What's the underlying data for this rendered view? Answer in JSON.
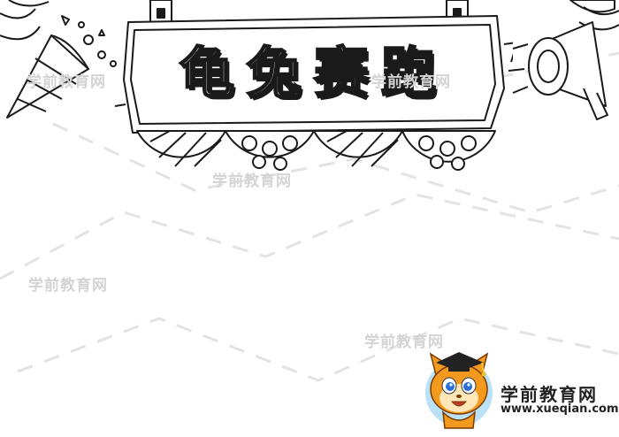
{
  "title": "龟兔赛跑",
  "watermark": "学前教育网",
  "brand": {
    "name": "学前教育网",
    "url": "www.xueqian.com"
  },
  "colors": {
    "line": "#1a1a1a",
    "watermark": "#d4d4d4",
    "dash": "#e3e3e3",
    "mascot_fur": "#f39a1e",
    "mascot_face": "#ffe7b8",
    "mascot_eye": "#2a6fd8",
    "mascot_ring": "#38a8e6",
    "mascot_hat": "#222222"
  },
  "icons": [
    "party-popper-icon",
    "megaphone-icon",
    "graduation-cap-icon"
  ]
}
